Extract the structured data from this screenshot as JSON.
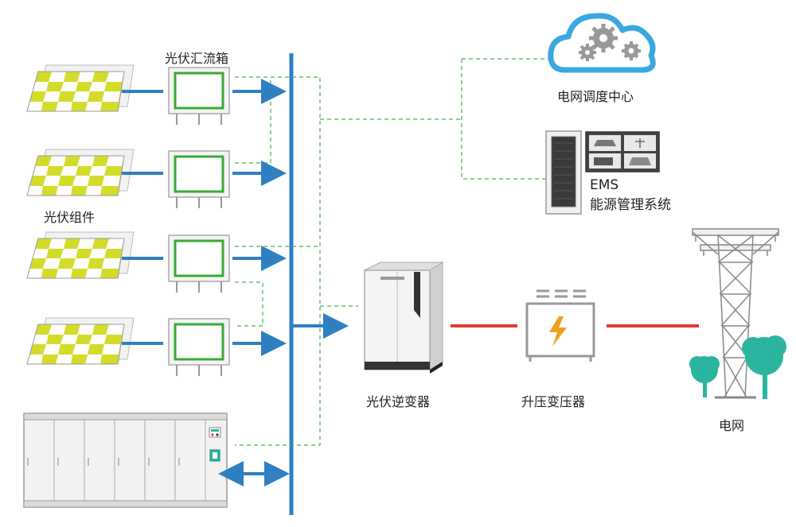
{
  "labels": {
    "combiner_box": "光伏汇流箱",
    "pv_module": "光伏组件",
    "dispatch_center": "电网调度中心",
    "ems_line1": "EMS",
    "ems_line2": "能源管理系统",
    "inverter": "光伏逆变器",
    "transformer": "升压变压器",
    "grid": "电网"
  },
  "colors": {
    "bus_blue": "#2f7fc1",
    "dc_red": "#e03b2f",
    "dashed_green": "#4caf50",
    "panel_yellow": "#d4dc2a",
    "box_green": "#3aaa35",
    "cloud_blue": "#3aa8e0",
    "tree_green": "#2bb5a0"
  },
  "icons": {
    "cloud": "cloud-gears-icon",
    "ems": "server-cabinet-icon",
    "transformer": "transformer-bolt-icon",
    "tower": "transmission-tower-icon"
  }
}
